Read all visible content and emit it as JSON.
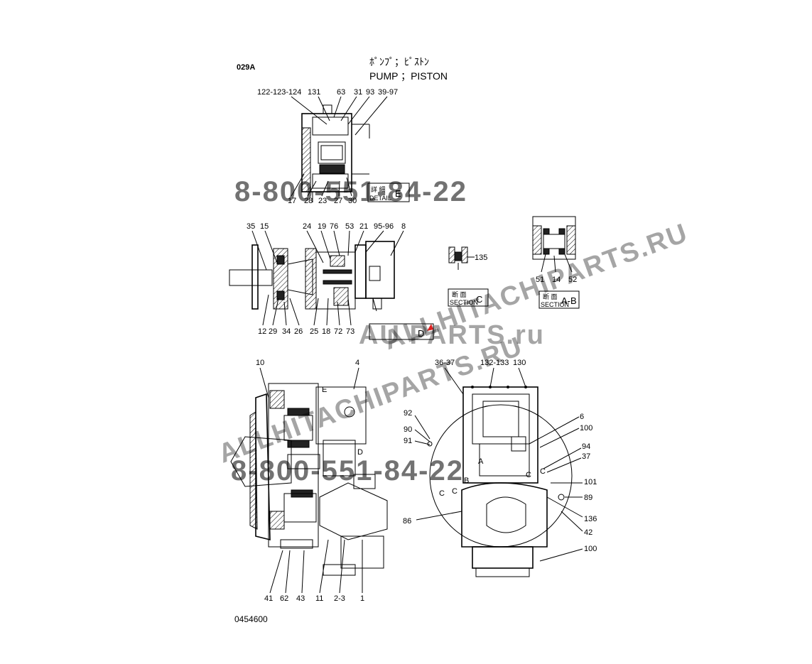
{
  "header": {
    "code": "029A",
    "title_jp": "ﾎﾟﾝﾌﾟ；ﾋﾟｽﾄﾝ",
    "title_en": "PUMP ；PISTON",
    "drawing_number": "0454600"
  },
  "view_labels": {
    "detail_e_jp": "詳 細",
    "detail_e_en": "DETAIL",
    "detail_e_letter": "E",
    "section_c_jp": "断 面",
    "section_c_en": "SECTION",
    "section_c_letter": "C",
    "section_ab_jp": "断 面",
    "section_ab_en": "SECTION",
    "section_ab_letter": "A-B",
    "detail_d_letter": "D"
  },
  "callouts": {
    "c122": "122-123-124",
    "c131": "131",
    "c63": "63",
    "c31": "31",
    "c93": "93",
    "c39": "39-97",
    "c17": "17",
    "c28": "28",
    "c23": "23",
    "c27": "27",
    "c30": "30",
    "c35": "35",
    "c15": "15",
    "c24": "24",
    "c19": "19",
    "c76": "76",
    "c53": "53",
    "c21": "21",
    "c95": "95-96",
    "c8": "8",
    "c135": "135",
    "c51": "51",
    "c14": "14",
    "c52": "52",
    "c12": "12",
    "c29": "29",
    "c34": "34",
    "c26": "26",
    "c25": "25",
    "c18": "18",
    "c72": "72",
    "c73": "73",
    "c10": "10",
    "c4": "4",
    "cE": "E",
    "cD": "D",
    "c41": "41",
    "c62": "62",
    "c43": "43",
    "c11": "11",
    "c2": "2-3",
    "c1": "1",
    "c36": "36-37",
    "c132": "132-133",
    "c130": "130",
    "c92": "92",
    "c90": "90",
    "c91": "91",
    "c6": "6",
    "c100a": "100",
    "c94": "94",
    "c37": "37",
    "c101": "101",
    "c89": "89",
    "c136": "136",
    "c42": "42",
    "c100b": "100",
    "c86": "86",
    "sA": "A",
    "sB": "B",
    "sC1": "C",
    "sC2": "C",
    "sC3": "C",
    "sC4": "C"
  },
  "watermarks": {
    "phone_top": "8-800-551-84-22",
    "phone_bottom": "8-800-551-84-22",
    "diag_top": "ALLHITACHIPARTS.RU",
    "diag_main": "ALLHITACHIPARTS.RU",
    "mid_logo": "AU PARTS.ru"
  },
  "colors": {
    "watermark_red": "#f3b08a",
    "watermark_grey": "#9a9a9a",
    "ink": "#000000"
  }
}
